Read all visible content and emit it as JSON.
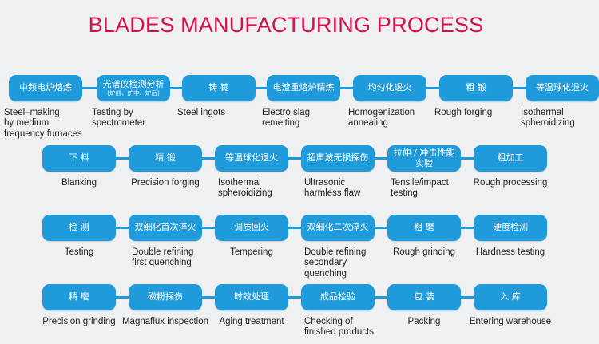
{
  "title": "BLADES MANUFACTURING PROCESS",
  "row1": [
    {
      "cn": "中频电炉熔炼",
      "sub": "",
      "en": "Steel–making\nby medium\nfrequency furnaces"
    },
    {
      "cn": "光谱仪检测分析",
      "sub": "(炉前、炉中、炉后)",
      "en": "Testing by\nspectrometer"
    },
    {
      "cn": "铸 锭",
      "sub": "",
      "en": "Steel ingots"
    },
    {
      "cn": "电渣重熔炉精炼",
      "sub": "",
      "en": "Electro slag\nremelting"
    },
    {
      "cn": "均匀化退火",
      "sub": "",
      "en": "Homogenization\nannealing"
    },
    {
      "cn": "粗 锻",
      "sub": "",
      "en": "Rough forging"
    },
    {
      "cn": "等温球化退火",
      "sub": "",
      "en": "Isothermal\nspheroidizing"
    }
  ],
  "row2": [
    {
      "cn": "下 料",
      "sub": "",
      "en": "Blanking"
    },
    {
      "cn": "精 锻",
      "sub": "",
      "en": "Precision forging"
    },
    {
      "cn": "等温球化退火",
      "sub": "",
      "en": "Isothermal\nspheroidizing"
    },
    {
      "cn": "超声波无损探伤",
      "sub": "",
      "en": "Ultrasonic\nharmless flaw"
    },
    {
      "cn": "拉伸 / 冲击性能\n实验",
      "sub": "",
      "en": "Tensile/impact\ntesting"
    },
    {
      "cn": "粗加工",
      "sub": "",
      "en": "Rough processing"
    }
  ],
  "row3": [
    {
      "cn": "检 测",
      "sub": "",
      "en": "Testing"
    },
    {
      "cn": "双细化首次淬火",
      "sub": "",
      "en": "Double refining\nfirst quenching"
    },
    {
      "cn": "调质回火",
      "sub": "",
      "en": "Tempering"
    },
    {
      "cn": "双细化二次淬火",
      "sub": "",
      "en": "Double refining\nsecondary\nquenching"
    },
    {
      "cn": "粗 磨",
      "sub": "",
      "en": "Rough grinding"
    },
    {
      "cn": "硬度检测",
      "sub": "",
      "en": "Hardness testing"
    }
  ],
  "row4": [
    {
      "cn": "精 磨",
      "sub": "",
      "en": "Precision grinding"
    },
    {
      "cn": "磁粉探伤",
      "sub": "",
      "en": "Magnaflux inspection"
    },
    {
      "cn": "时效处理",
      "sub": "",
      "en": "Aging treatment"
    },
    {
      "cn": "成品检验",
      "sub": "",
      "en": "Checking of\nfinished products"
    },
    {
      "cn": "包 装",
      "sub": "",
      "en": "Packing"
    },
    {
      "cn": "入 库",
      "sub": "",
      "en": "Entering warehouse"
    }
  ],
  "colors": {
    "pill": "#1f9bdc",
    "title": "#d6104c",
    "background": "#eef0f1"
  }
}
